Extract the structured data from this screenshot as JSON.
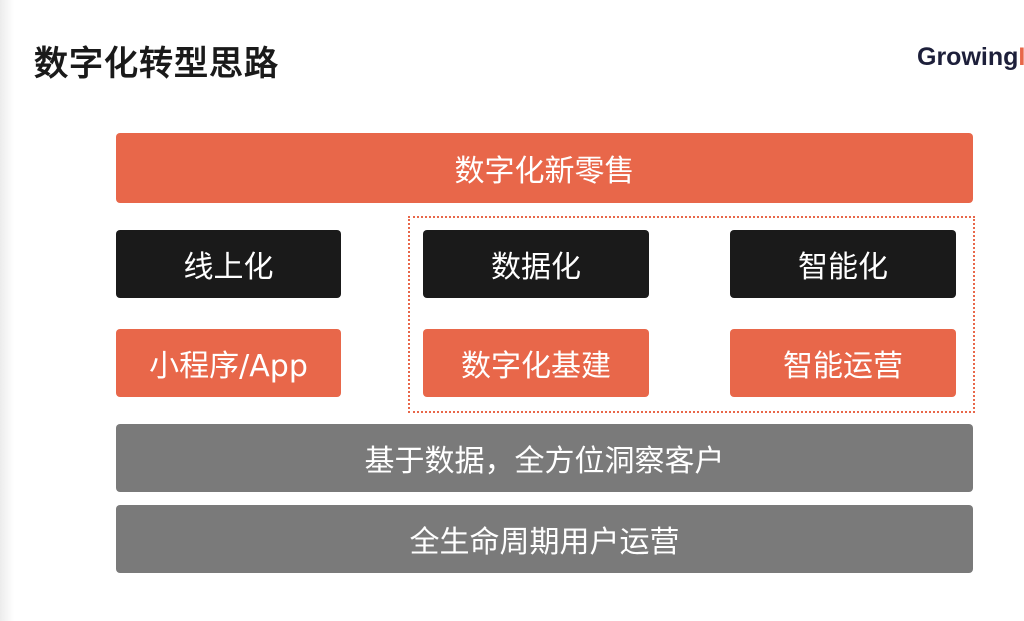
{
  "title": "数字化转型思路",
  "logo": {
    "main": "Growing",
    "accent": "I"
  },
  "top": "数字化新零售",
  "pillars": [
    {
      "head": "线上化",
      "sub": "小程序/App"
    },
    {
      "head": "数据化",
      "sub": "数字化基建"
    },
    {
      "head": "智能化",
      "sub": "智能运营"
    }
  ],
  "base": [
    "基于数据，全方位洞察客户",
    "全生命周期用户运营"
  ],
  "colors": {
    "orange": "#e8674a",
    "black": "#1a1a1a",
    "gray": "#7a7a7a"
  }
}
